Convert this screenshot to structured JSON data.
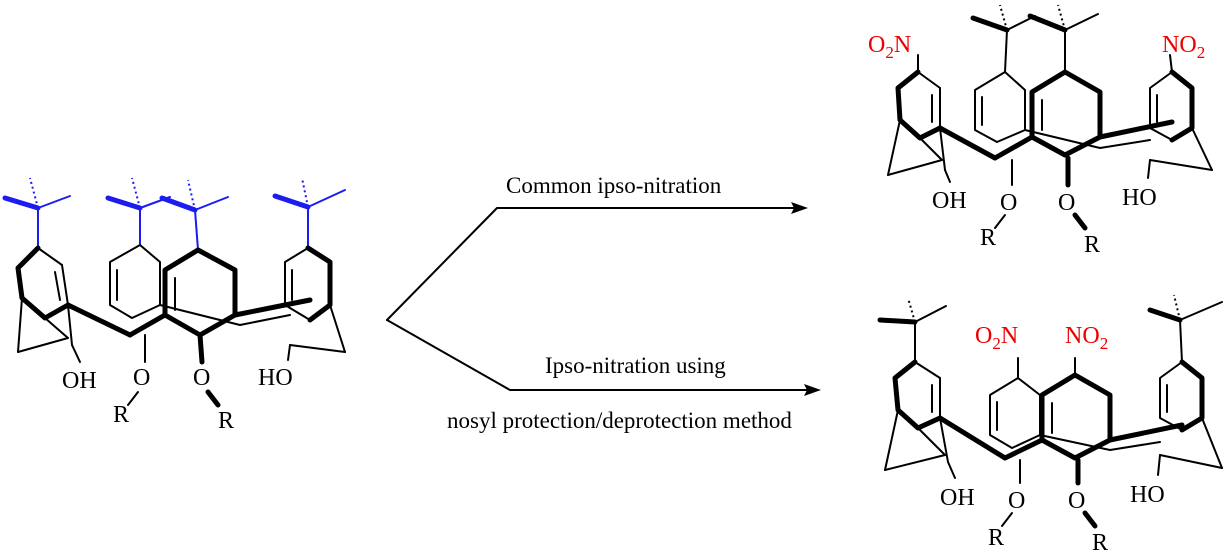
{
  "colors": {
    "tbutyl_highlight": "#1c1cf0",
    "nitro_highlight": "#ee0000",
    "structure": "#000000"
  },
  "arrows": {
    "top_condition": "Common ipso-nitration",
    "bottom_condition_line1": "Ipso-nitration using",
    "bottom_condition_line2": "nosyl protection/deprotection method"
  },
  "starting_material": {
    "oh_left": "OH",
    "oh_right": "HO",
    "o_left": "O",
    "o_right": "O",
    "r_left": "R",
    "r_right": "R"
  },
  "product_top": {
    "nitro_left": "O2N",
    "nitro_right": "NO2",
    "oh_left": "OH",
    "oh_right": "HO",
    "o_left": "O",
    "o_right": "O",
    "r_left": "R",
    "r_right": "R"
  },
  "product_bottom": {
    "nitro_left": "O2N",
    "nitro_right": "NO2",
    "oh_left": "OH",
    "oh_right": "HO",
    "o_left": "O",
    "o_right": "O",
    "r_left": "R",
    "r_right": "R"
  }
}
